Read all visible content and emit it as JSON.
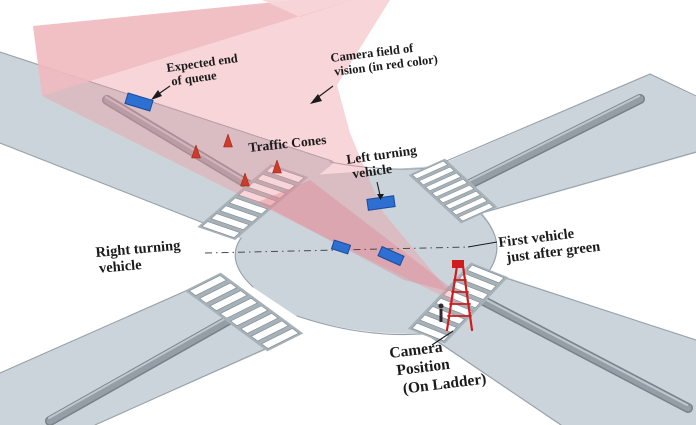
{
  "scene": {
    "vehicle_count": 4,
    "traffic_cone_count": 4
  },
  "labels": {
    "expected_end": {
      "line1": "Expected end",
      "line2": "of queue"
    },
    "camera_field": {
      "line1": "Camera field of",
      "line2": "vision (in red color)"
    },
    "traffic_cones": {
      "line1": "Traffic Cones"
    },
    "left_turning": {
      "line1": "Left turning",
      "line2": "vehicle"
    },
    "right_turning": {
      "line1": "Right turning",
      "line2": "vehicle"
    },
    "first_vehicle": {
      "line1": "First vehicle",
      "line2": "just after green"
    },
    "camera_position": {
      "line1": "Camera",
      "line2": "Position",
      "line3": "(On Ladder)"
    }
  },
  "colors": {
    "background": "#ffffff",
    "road": "#ccd4db",
    "road_outline": "#97a1a9",
    "median": "#949ea7",
    "fov_pink": "#ee9aa1",
    "fov_wall": "#f0b9bf",
    "fov_wall_top": "#f7d6d8",
    "fov_wedge": "#dd7f8a",
    "cone_red": "#d03a28",
    "vehicle_blue": "#2e6fd2",
    "ladder_red": "#cf1d1d",
    "text": "#1b1b1b"
  }
}
